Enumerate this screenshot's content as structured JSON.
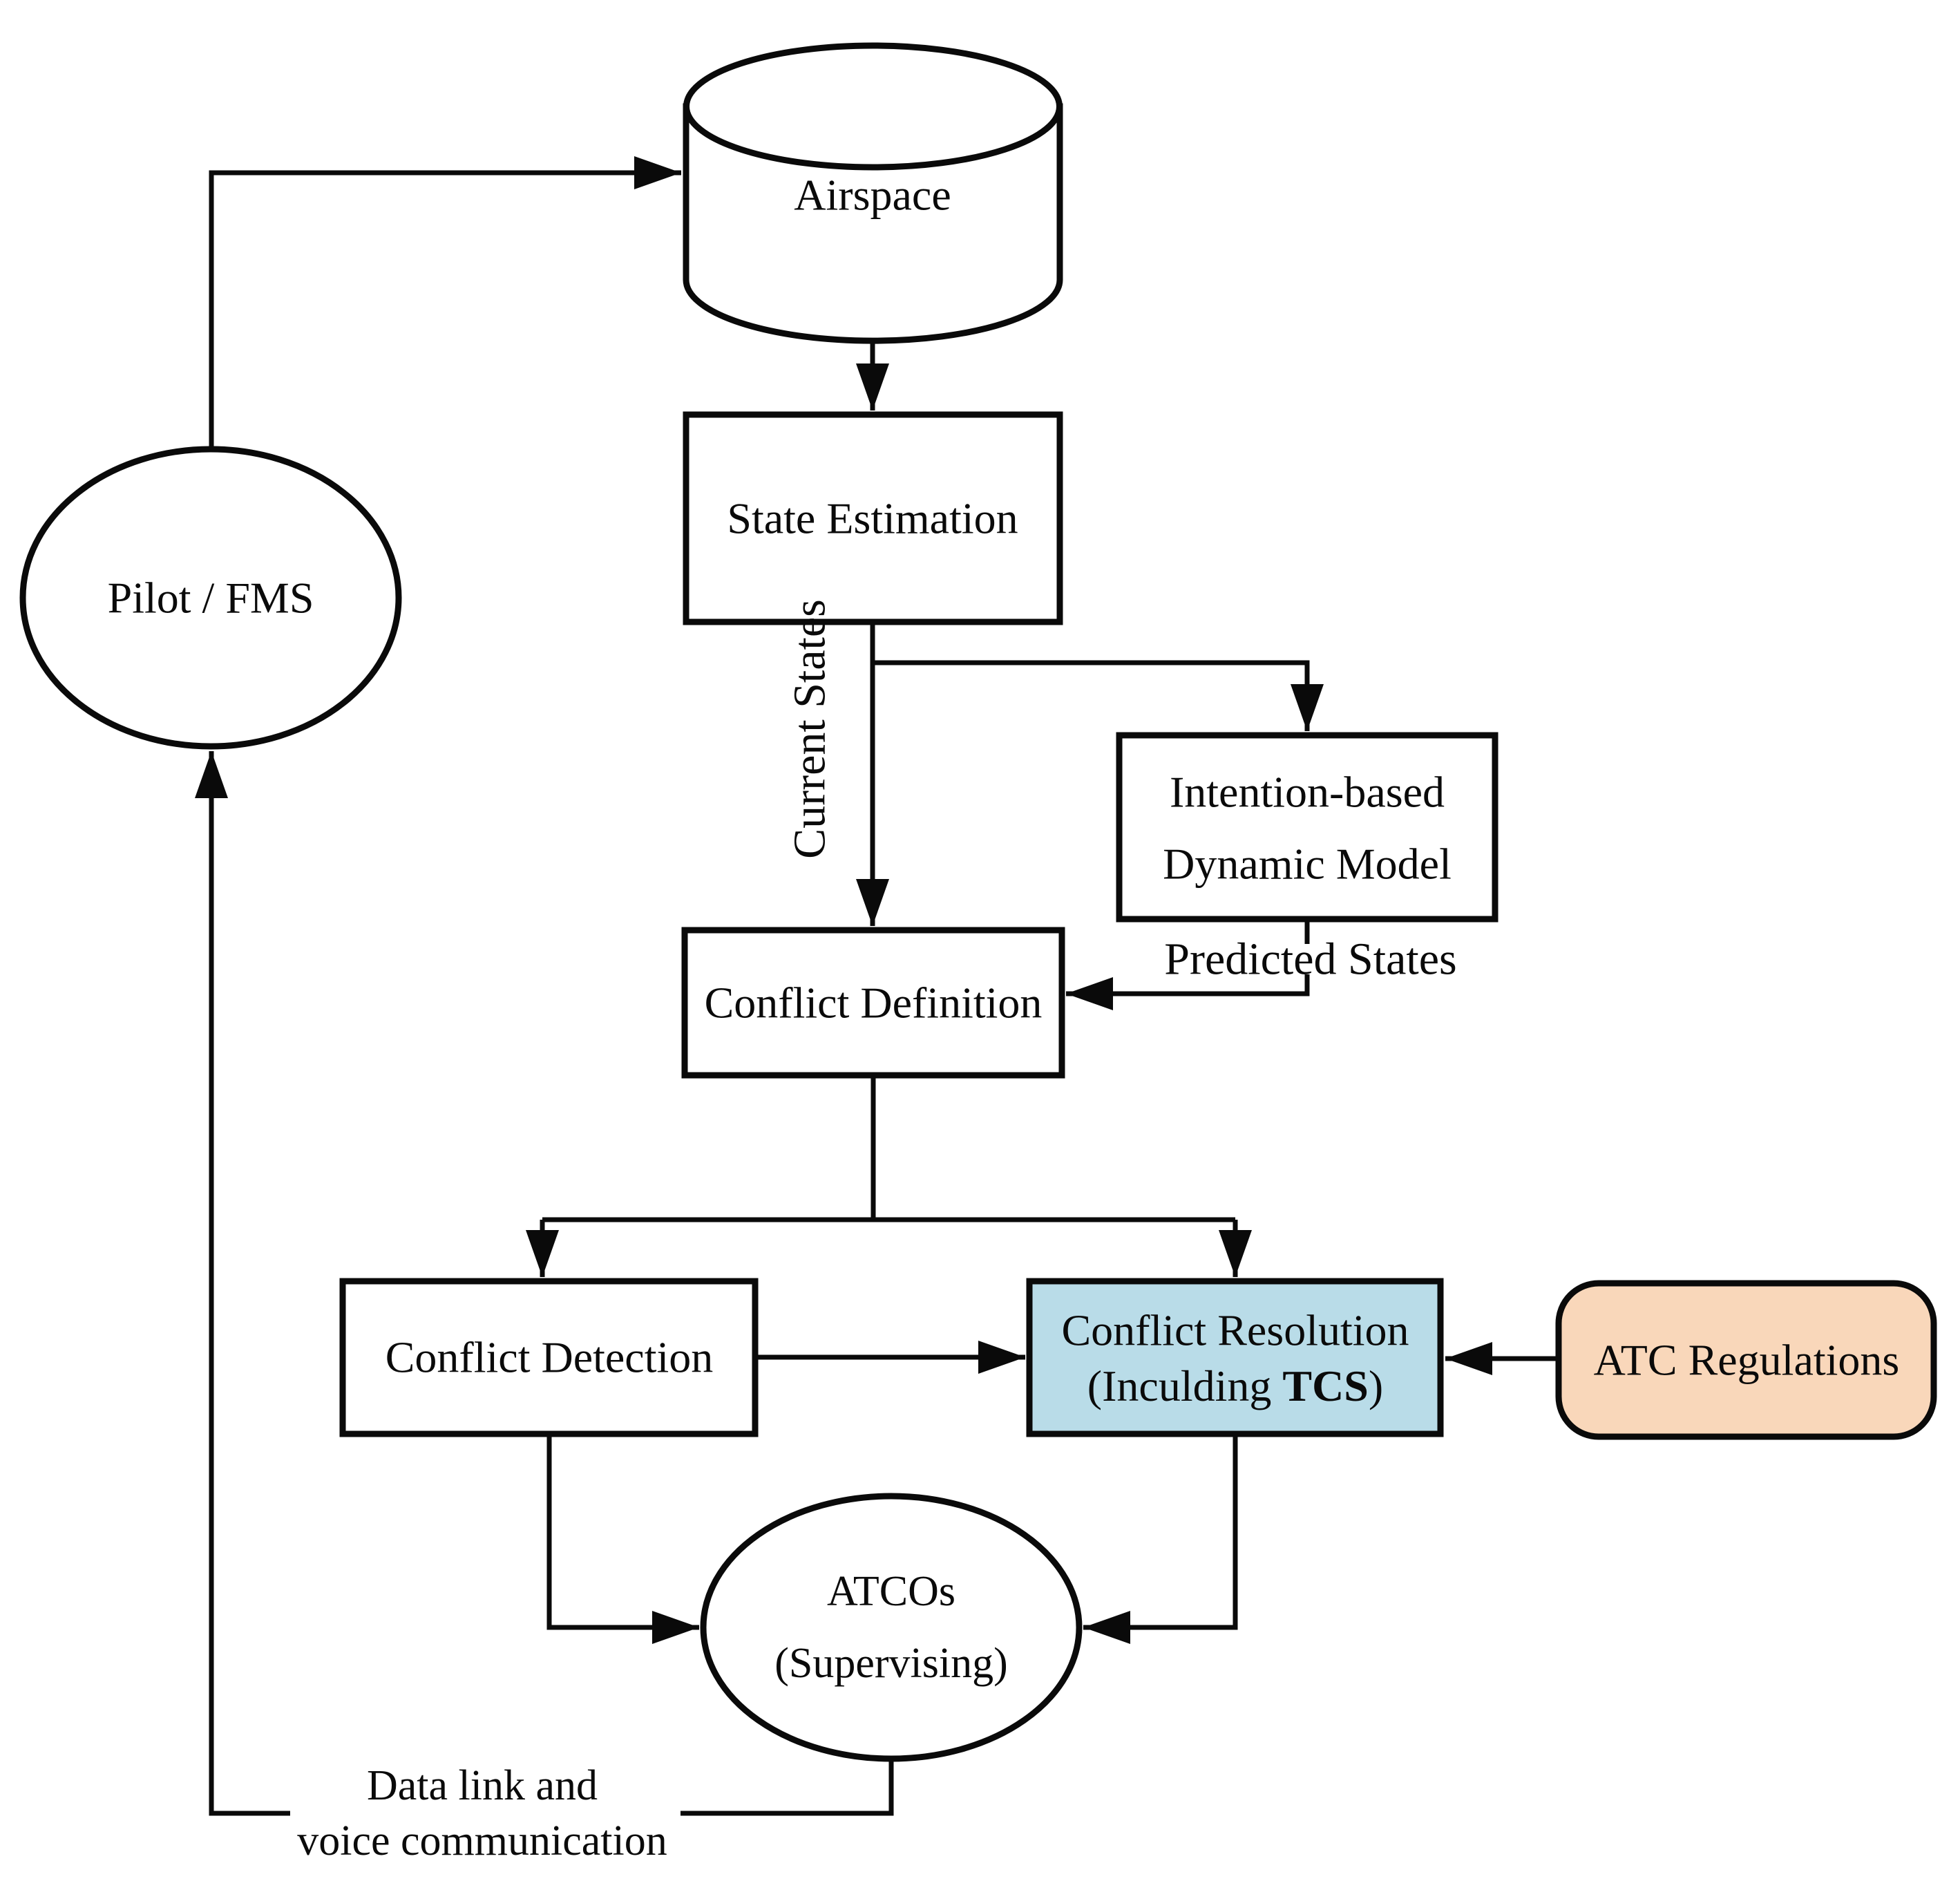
{
  "diagram": {
    "title_hint": "conflict-management-flowchart",
    "colors": {
      "line": "#0a0a0a",
      "conflict_resolution_fill": "#b9dce8",
      "atc_regulations_fill": "#f9d7ba",
      "background": "#ffffff"
    },
    "nodes": {
      "airspace": {
        "label": "Airspace",
        "shape": "datastore-cylinder"
      },
      "state_estimation": {
        "label": "State Estimation",
        "shape": "rect"
      },
      "intention_model": {
        "line1": "Intention-based",
        "line2": "Dynamic Model",
        "shape": "rect"
      },
      "conflict_definition": {
        "label": "Conflict Definition",
        "shape": "rect"
      },
      "conflict_detection": {
        "label": "Conflict Detection",
        "shape": "rect"
      },
      "conflict_resolution": {
        "line1": "Conflict Resolution",
        "line2_prefix": "(Inculding ",
        "line2_bold": "TCS",
        "line2_suffix": ")",
        "shape": "rect-filled"
      },
      "atc_regulations": {
        "label": "ATC Regulations",
        "shape": "rounded-rect-filled"
      },
      "atcos": {
        "line1": "ATCOs",
        "line2": "(Supervising)",
        "shape": "ellipse"
      },
      "pilot_fms": {
        "label": "Pilot / FMS",
        "shape": "ellipse"
      }
    },
    "edge_labels": {
      "current_states": "Current States",
      "predicted_states": "Predicted States",
      "data_link_line1": "Data link and",
      "data_link_line2": "voice communication"
    }
  }
}
